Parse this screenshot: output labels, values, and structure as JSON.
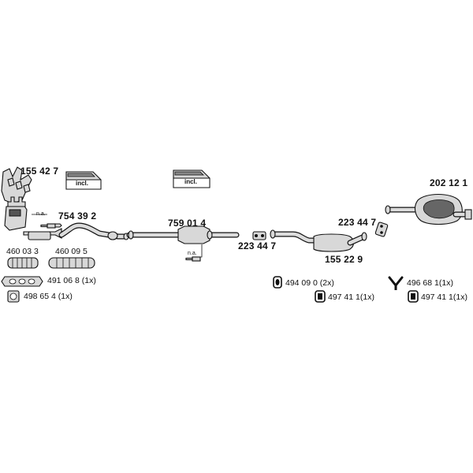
{
  "labels": {
    "p155427": "155 42 7",
    "p754392": "754 39 2",
    "na1": "n.a.",
    "p460033": "460 03 3",
    "p460095": "460 09 5",
    "p491068": "491 06 8 (1x)",
    "p498654": "498 65 4 (1x)",
    "incl1": "incl.",
    "incl2": "incl.",
    "p759014": "759 01 4",
    "na2": "n.a.",
    "p223447a": "223 44 7",
    "p223447b": "223 44 7",
    "p155229": "155 22 9",
    "p202121": "202 12 1",
    "p494090": "494 09 0 (2x)",
    "p497411a": "497 41 1(1x)",
    "p496681": "496 68 1(1x)",
    "p497411b": "497 41 1(1x)"
  }
}
